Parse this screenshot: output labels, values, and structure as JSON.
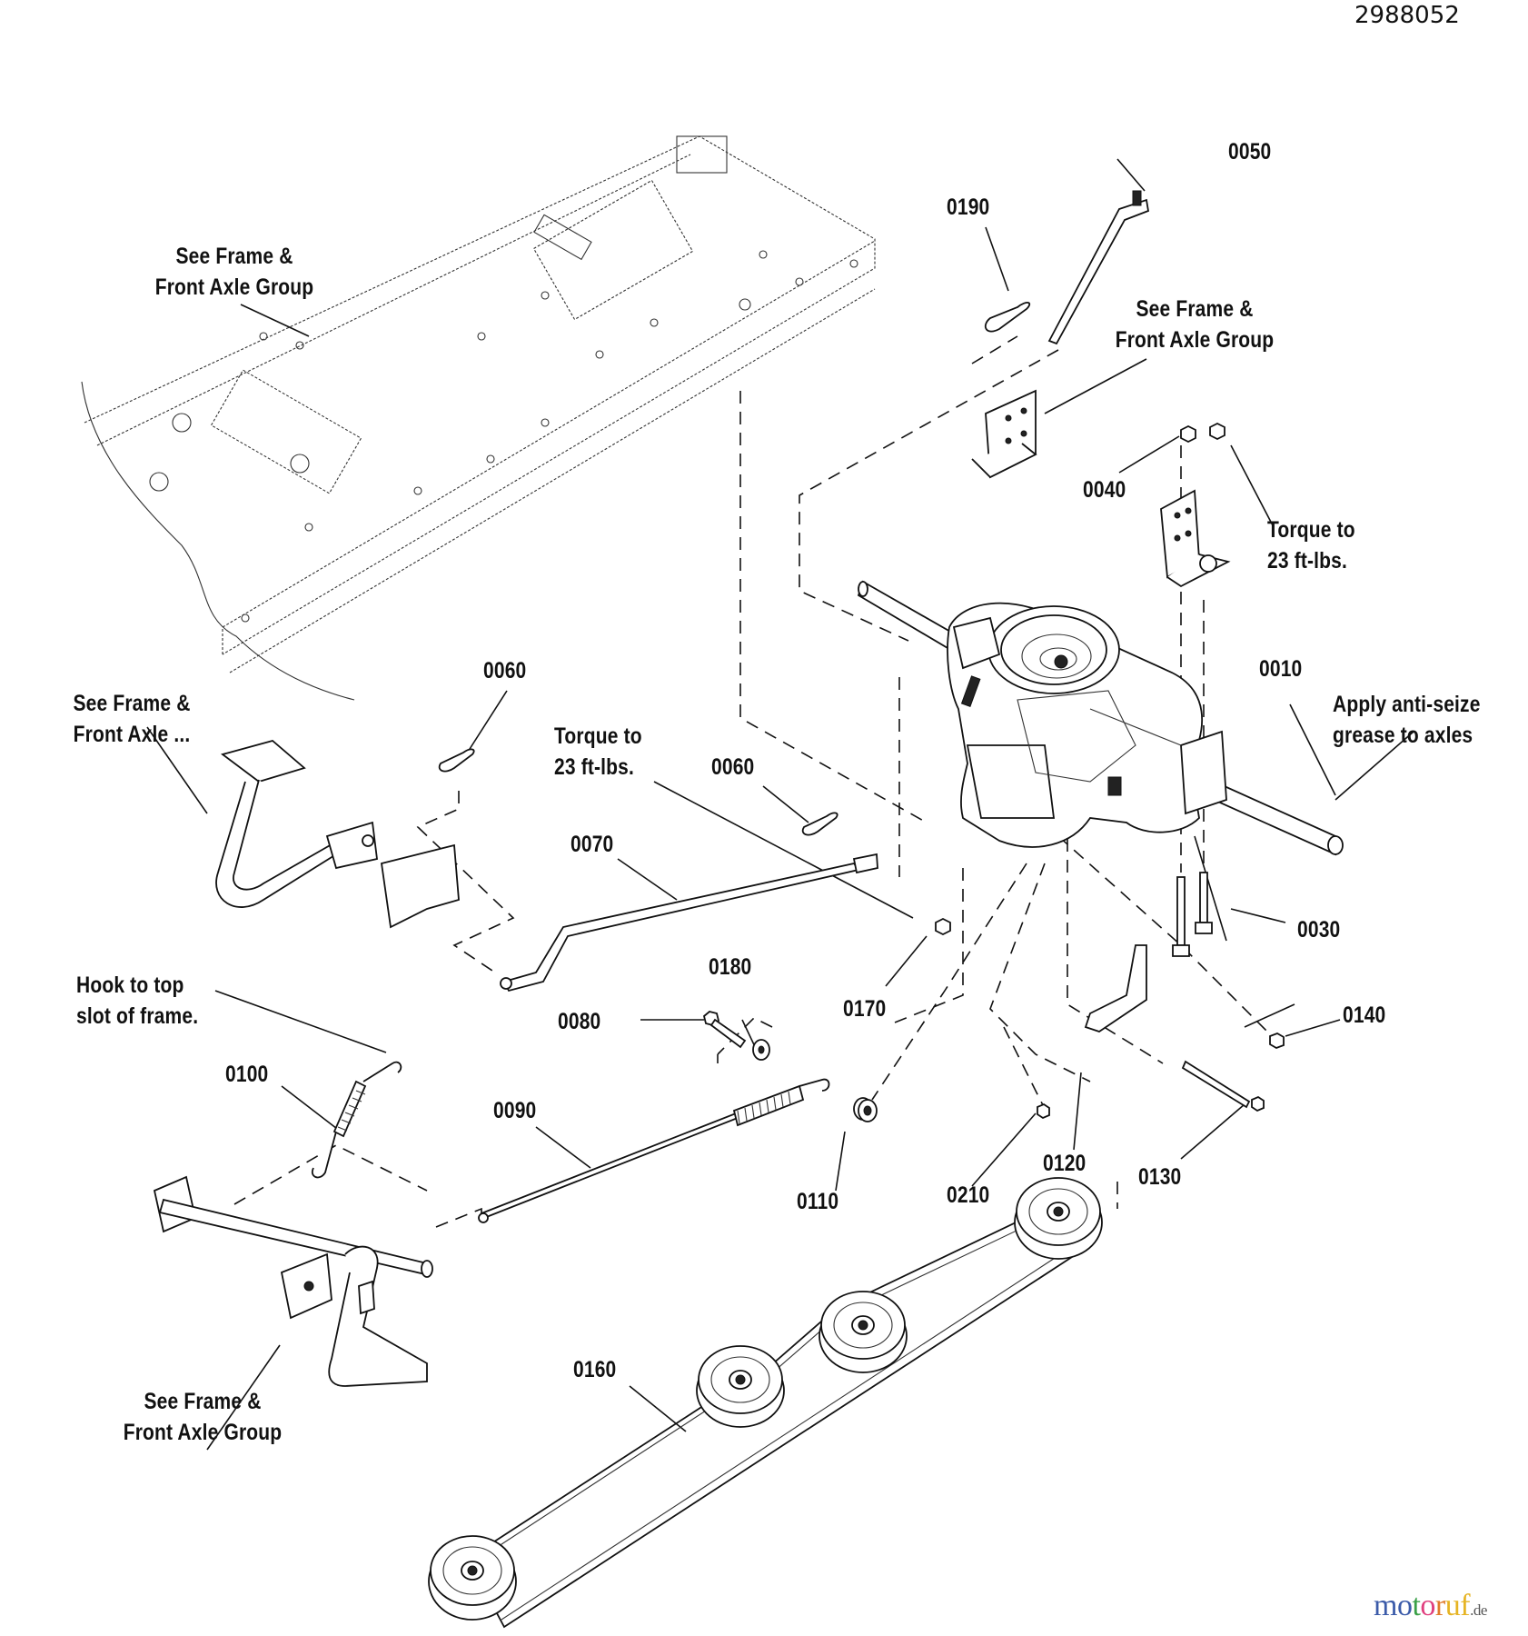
{
  "document": {
    "number": "2988052",
    "watermark": {
      "letters": [
        {
          "ch": "m",
          "color": "#3b5ba9"
        },
        {
          "ch": "o",
          "color": "#3b5ba9"
        },
        {
          "ch": "t",
          "color": "#3aa047"
        },
        {
          "ch": "o",
          "color": "#e0407e"
        },
        {
          "ch": "r",
          "color": "#e07b2a"
        },
        {
          "ch": "u",
          "color": "#e6b424"
        },
        {
          "ch": "f",
          "color": "#e6b424"
        }
      ],
      "suffix": ".de"
    }
  },
  "notes": {
    "frame_top_left": [
      "See Frame &",
      "Front Axle Group"
    ],
    "frame_top_right": [
      "See Frame &",
      "Front Axle Group"
    ],
    "frame_mid_left": [
      "See Frame &",
      "Front Axle ..."
    ],
    "frame_bottom_left": [
      "See Frame &",
      "Front Axle Group"
    ],
    "torque_right": [
      "Torque to",
      "23 ft-lbs."
    ],
    "torque_center": [
      "Torque to",
      "23 ft-lbs."
    ],
    "anti_seize": [
      "Apply anti-seize",
      "grease to axles"
    ],
    "hook_spring": [
      "Hook to top",
      "slot of frame."
    ]
  },
  "parts": {
    "p0010": "0010",
    "p0030": "0030",
    "p0040": "0040",
    "p0050": "0050",
    "p0060a": "0060",
    "p0060b": "0060",
    "p0070": "0070",
    "p0080": "0080",
    "p0090": "0090",
    "p0100": "0100",
    "p0110": "0110",
    "p0120": "0120",
    "p0130": "0130",
    "p0140": "0140",
    "p0160": "0160",
    "p0170": "0170",
    "p0180": "0180",
    "p0190": "0190",
    "p0210": "0210"
  }
}
